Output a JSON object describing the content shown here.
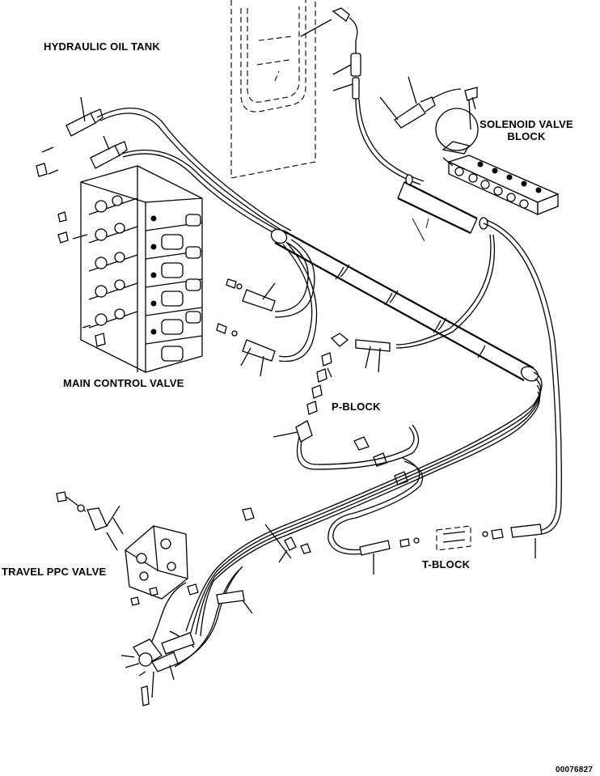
{
  "labels": {
    "hydraulic_oil_tank": "HYDRAULIC OIL TANK",
    "solenoid_valve_block": "SOLENOID VALVE\nBLOCK",
    "main_control_valve": "MAIN CONTROL VALVE",
    "p_block": "P-BLOCK",
    "travel_ppc_valve": "TRAVEL PPC VALVE",
    "t_block": "T-BLOCK",
    "drawing_number": "00076827"
  }
}
